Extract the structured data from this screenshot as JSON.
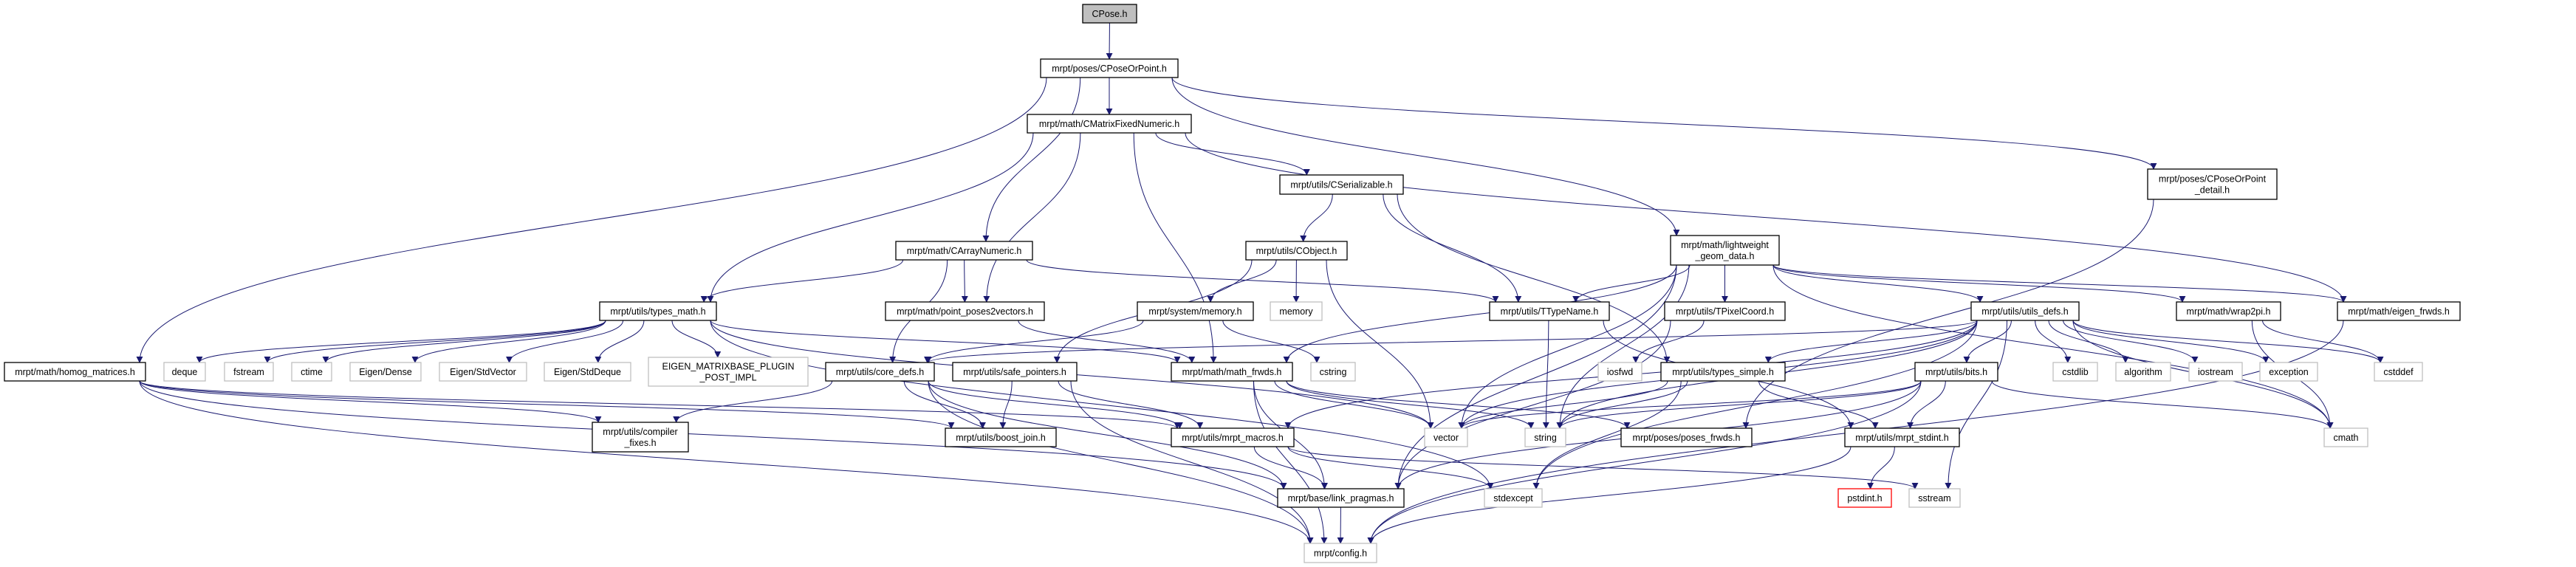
{
  "title": "CPose.h",
  "colors": {
    "edge": "#191970",
    "root_fill": "#bfbfbf",
    "external_border": "#bfbfbf",
    "missing_border": "#ff0000"
  },
  "nodes": {
    "cpose": {
      "lines": [
        "CPose.h"
      ],
      "kind": "root"
    },
    "cposeorpoint": {
      "lines": [
        "mrpt/poses/CPoseOrPoint.h"
      ],
      "kind": "file"
    },
    "cmatrixfixed": {
      "lines": [
        "mrpt/math/CMatrixFixedNumeric.h"
      ],
      "kind": "file"
    },
    "cserializable": {
      "lines": [
        "mrpt/utils/CSerializable.h"
      ],
      "kind": "file"
    },
    "cposeorpoint_detail": {
      "lines": [
        "mrpt/poses/CPoseOrPoint",
        "_detail.h"
      ],
      "kind": "file"
    },
    "carraynumeric": {
      "lines": [
        "mrpt/math/CArrayNumeric.h"
      ],
      "kind": "file"
    },
    "cobject": {
      "lines": [
        "mrpt/utils/CObject.h"
      ],
      "kind": "file"
    },
    "lightweight": {
      "lines": [
        "mrpt/math/lightweight",
        "_geom_data.h"
      ],
      "kind": "file"
    },
    "types_math": {
      "lines": [
        "mrpt/utils/types_math.h"
      ],
      "kind": "file"
    },
    "point_poses2vectors": {
      "lines": [
        "mrpt/math/point_poses2vectors.h"
      ],
      "kind": "file"
    },
    "system_memory": {
      "lines": [
        "mrpt/system/memory.h"
      ],
      "kind": "file"
    },
    "memory": {
      "lines": [
        "memory"
      ],
      "kind": "external"
    },
    "ttypename": {
      "lines": [
        "mrpt/utils/TTypeName.h"
      ],
      "kind": "file"
    },
    "tpixelcoord": {
      "lines": [
        "mrpt/utils/TPixelCoord.h"
      ],
      "kind": "file"
    },
    "utils_defs": {
      "lines": [
        "mrpt/utils/utils_defs.h"
      ],
      "kind": "file"
    },
    "wrap2pi": {
      "lines": [
        "mrpt/math/wrap2pi.h"
      ],
      "kind": "file"
    },
    "eigen_frwds": {
      "lines": [
        "mrpt/math/eigen_frwds.h"
      ],
      "kind": "file"
    },
    "homog_matrices": {
      "lines": [
        "mrpt/math/homog_matrices.h"
      ],
      "kind": "file"
    },
    "deque": {
      "lines": [
        "deque"
      ],
      "kind": "external"
    },
    "fstream": {
      "lines": [
        "fstream"
      ],
      "kind": "external"
    },
    "ctime": {
      "lines": [
        "ctime"
      ],
      "kind": "external"
    },
    "eigen_dense": {
      "lines": [
        "Eigen/Dense"
      ],
      "kind": "external"
    },
    "eigen_stdvector": {
      "lines": [
        "Eigen/StdVector"
      ],
      "kind": "external"
    },
    "eigen_stddeque": {
      "lines": [
        "Eigen/StdDeque"
      ],
      "kind": "external"
    },
    "eigen_plugin": {
      "lines": [
        "EIGEN_MATRIXBASE_PLUGIN",
        "_POST_IMPL"
      ],
      "kind": "external"
    },
    "core_defs": {
      "lines": [
        "mrpt/utils/core_defs.h"
      ],
      "kind": "file"
    },
    "safe_pointers": {
      "lines": [
        "mrpt/utils/safe_pointers.h"
      ],
      "kind": "file"
    },
    "math_frwds": {
      "lines": [
        "mrpt/math/math_frwds.h"
      ],
      "kind": "file"
    },
    "cstring": {
      "lines": [
        "cstring"
      ],
      "kind": "external"
    },
    "iosfwd": {
      "lines": [
        "iosfwd"
      ],
      "kind": "external"
    },
    "types_simple": {
      "lines": [
        "mrpt/utils/types_simple.h"
      ],
      "kind": "file"
    },
    "bits": {
      "lines": [
        "mrpt/utils/bits.h"
      ],
      "kind": "file"
    },
    "cstdlib": {
      "lines": [
        "cstdlib"
      ],
      "kind": "external"
    },
    "algorithm": {
      "lines": [
        "algorithm"
      ],
      "kind": "external"
    },
    "iostream": {
      "lines": [
        "iostream"
      ],
      "kind": "external"
    },
    "exception": {
      "lines": [
        "exception"
      ],
      "kind": "external"
    },
    "cstddef": {
      "lines": [
        "cstddef"
      ],
      "kind": "external"
    },
    "compiler_fixes": {
      "lines": [
        "mrpt/utils/compiler",
        "_fixes.h"
      ],
      "kind": "file"
    },
    "boost_join": {
      "lines": [
        "mrpt/utils/boost_join.h"
      ],
      "kind": "file"
    },
    "mrpt_macros": {
      "lines": [
        "mrpt/utils/mrpt_macros.h"
      ],
      "kind": "file"
    },
    "vector": {
      "lines": [
        "vector"
      ],
      "kind": "external"
    },
    "string": {
      "lines": [
        "string"
      ],
      "kind": "external"
    },
    "poses_frwds": {
      "lines": [
        "mrpt/poses/poses_frwds.h"
      ],
      "kind": "file"
    },
    "mrpt_stdint": {
      "lines": [
        "mrpt/utils/mrpt_stdint.h"
      ],
      "kind": "file"
    },
    "cmath": {
      "lines": [
        "cmath"
      ],
      "kind": "external"
    },
    "link_pragmas": {
      "lines": [
        "mrpt/base/link_pragmas.h"
      ],
      "kind": "file"
    },
    "stdexcept": {
      "lines": [
        "stdexcept"
      ],
      "kind": "external"
    },
    "pstdint": {
      "lines": [
        "pstdint.h"
      ],
      "kind": "missing"
    },
    "sstream": {
      "lines": [
        "sstream"
      ],
      "kind": "external"
    },
    "config": {
      "lines": [
        "mrpt/config.h"
      ],
      "kind": "external"
    }
  },
  "edges": [
    [
      "cpose",
      "cposeorpoint"
    ],
    [
      "cposeorpoint",
      "homog_matrices"
    ],
    [
      "cposeorpoint",
      "carraynumeric"
    ],
    [
      "cposeorpoint",
      "cmatrixfixed"
    ],
    [
      "cposeorpoint",
      "lightweight"
    ],
    [
      "cposeorpoint",
      "cposeorpoint_detail"
    ],
    [
      "cmatrixfixed",
      "types_math"
    ],
    [
      "cmatrixfixed",
      "point_poses2vectors"
    ],
    [
      "cmatrixfixed",
      "math_frwds"
    ],
    [
      "cmatrixfixed",
      "cserializable"
    ],
    [
      "cmatrixfixed",
      "eigen_frwds"
    ],
    [
      "cserializable",
      "cobject"
    ],
    [
      "cserializable",
      "ttypename"
    ],
    [
      "cserializable",
      "types_simple"
    ],
    [
      "carraynumeric",
      "types_math"
    ],
    [
      "carraynumeric",
      "point_poses2vectors"
    ],
    [
      "carraynumeric",
      "core_defs"
    ],
    [
      "carraynumeric",
      "ttypename"
    ],
    [
      "cobject",
      "system_memory"
    ],
    [
      "cobject",
      "memory"
    ],
    [
      "cobject",
      "vector"
    ],
    [
      "cobject",
      "safe_pointers"
    ],
    [
      "system_memory",
      "core_defs"
    ],
    [
      "system_memory",
      "cstring"
    ],
    [
      "point_poses2vectors",
      "math_frwds"
    ],
    [
      "ttypename",
      "string"
    ],
    [
      "ttypename",
      "mrpt_stdint"
    ],
    [
      "lightweight",
      "math_frwds"
    ],
    [
      "lightweight",
      "ttypename"
    ],
    [
      "lightweight",
      "vector"
    ],
    [
      "lightweight",
      "link_pragmas"
    ],
    [
      "lightweight",
      "tpixelcoord"
    ],
    [
      "lightweight",
      "utils_defs"
    ],
    [
      "lightweight",
      "wrap2pi"
    ],
    [
      "lightweight",
      "eigen_frwds"
    ],
    [
      "lightweight",
      "cmath"
    ],
    [
      "lightweight",
      "string"
    ],
    [
      "types_math",
      "deque"
    ],
    [
      "types_math",
      "fstream"
    ],
    [
      "types_math",
      "ctime"
    ],
    [
      "types_math",
      "eigen_dense"
    ],
    [
      "types_math",
      "eigen_stdvector"
    ],
    [
      "types_math",
      "eigen_stddeque"
    ],
    [
      "types_math",
      "eigen_plugin"
    ],
    [
      "types_math",
      "math_frwds"
    ],
    [
      "types_math",
      "vector"
    ],
    [
      "types_math",
      "stdexcept"
    ],
    [
      "homog_matrices",
      "compiler_fixes"
    ],
    [
      "homog_matrices",
      "boost_join"
    ],
    [
      "homog_matrices",
      "mrpt_macros"
    ],
    [
      "homog_matrices",
      "config"
    ],
    [
      "homog_matrices",
      "link_pragmas"
    ],
    [
      "core_defs",
      "compiler_fixes"
    ],
    [
      "core_defs",
      "boost_join"
    ],
    [
      "core_defs",
      "mrpt_macros"
    ],
    [
      "core_defs",
      "link_pragmas"
    ],
    [
      "core_defs",
      "config"
    ],
    [
      "safe_pointers",
      "boost_join"
    ],
    [
      "safe_pointers",
      "mrpt_macros"
    ],
    [
      "safe_pointers",
      "config"
    ],
    [
      "math_frwds",
      "link_pragmas"
    ],
    [
      "math_frwds",
      "config"
    ],
    [
      "math_frwds",
      "string"
    ],
    [
      "math_frwds",
      "vector"
    ],
    [
      "math_frwds",
      "poses_frwds"
    ],
    [
      "mrpt_macros",
      "link_pragmas"
    ],
    [
      "mrpt_macros",
      "stdexcept"
    ],
    [
      "mrpt_macros",
      "sstream"
    ],
    [
      "link_pragmas",
      "config"
    ],
    [
      "tpixelcoord",
      "iosfwd"
    ],
    [
      "tpixelcoord",
      "link_pragmas"
    ],
    [
      "utils_defs",
      "core_defs"
    ],
    [
      "utils_defs",
      "types_simple"
    ],
    [
      "utils_defs",
      "bits"
    ],
    [
      "utils_defs",
      "cstdlib"
    ],
    [
      "utils_defs",
      "algorithm"
    ],
    [
      "utils_defs",
      "iostream"
    ],
    [
      "utils_defs",
      "exception"
    ],
    [
      "utils_defs",
      "cstddef"
    ],
    [
      "utils_defs",
      "cmath"
    ],
    [
      "utils_defs",
      "sstream"
    ],
    [
      "utils_defs",
      "vector"
    ],
    [
      "utils_defs",
      "string"
    ],
    [
      "utils_defs",
      "stdexcept"
    ],
    [
      "utils_defs",
      "mrpt_macros"
    ],
    [
      "bits",
      "mrpt_stdint"
    ],
    [
      "bits",
      "cmath"
    ],
    [
      "bits",
      "config"
    ],
    [
      "bits",
      "vector"
    ],
    [
      "bits",
      "string"
    ],
    [
      "bits",
      "link_pragmas"
    ],
    [
      "types_simple",
      "mrpt_stdint"
    ],
    [
      "types_simple",
      "vector"
    ],
    [
      "types_simple",
      "string"
    ],
    [
      "types_simple",
      "stdexcept"
    ],
    [
      "mrpt_stdint",
      "pstdint"
    ],
    [
      "mrpt_stdint",
      "config"
    ],
    [
      "wrap2pi",
      "cstddef"
    ],
    [
      "wrap2pi",
      "cmath"
    ],
    [
      "eigen_frwds",
      "config"
    ],
    [
      "cposeorpoint_detail",
      "poses_frwds"
    ]
  ]
}
